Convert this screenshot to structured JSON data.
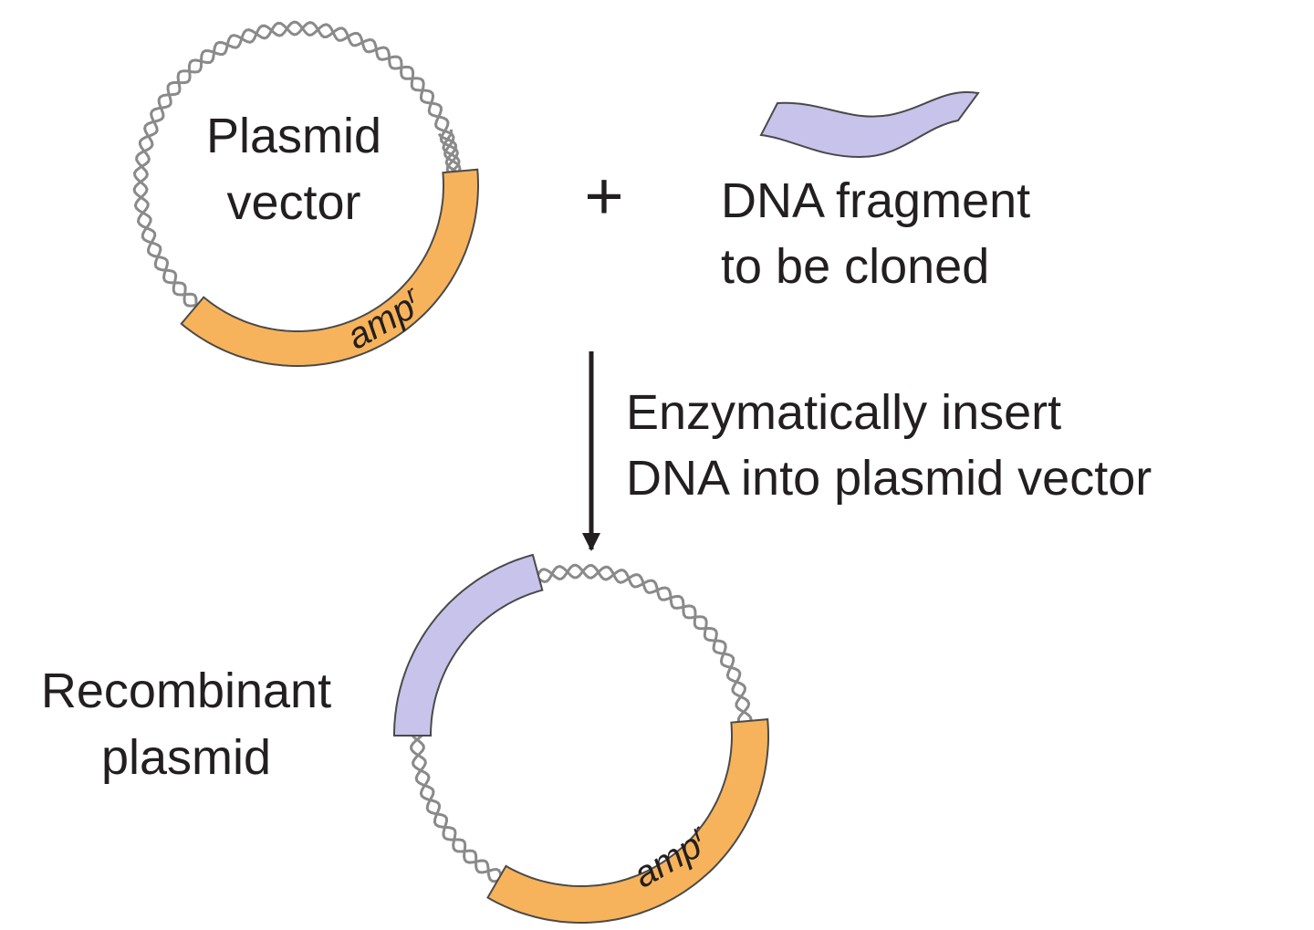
{
  "plasmid_vector": {
    "line1": "Plasmid",
    "line2": "vector",
    "gene_base": "amp",
    "gene_sup": "r"
  },
  "plus_sign": "+",
  "dna_fragment": {
    "line1": "DNA fragment",
    "line2": "to be cloned"
  },
  "step": {
    "line1": "Enzymatically insert",
    "line2": "DNA into plasmid vector"
  },
  "recombinant_plasmid": {
    "line1": "Recombinant",
    "line2": "plasmid",
    "gene_base": "amp",
    "gene_sup": "r"
  },
  "colors": {
    "amp_gene": "#f7b35b",
    "insert_dna": "#c7c3eb",
    "dna_strand": "#8a8a8a",
    "outline": "#4a4a4a",
    "text": "#231f20"
  }
}
